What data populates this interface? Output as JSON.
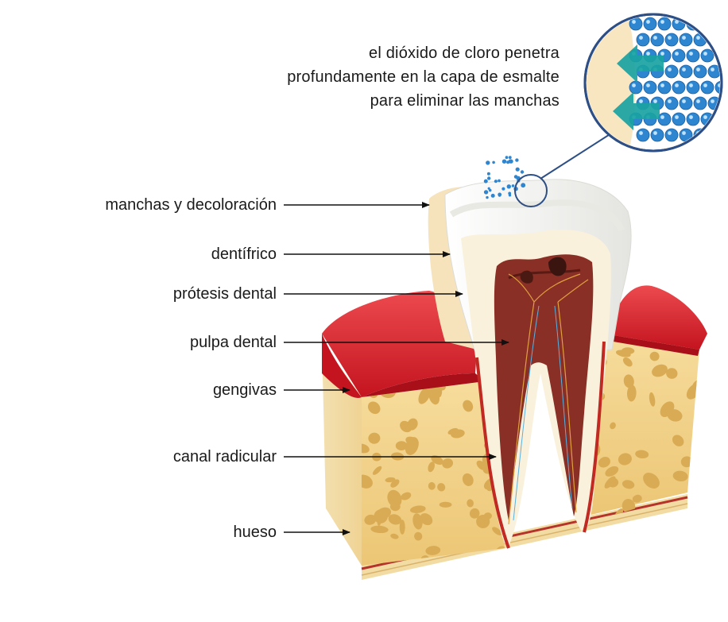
{
  "caption": {
    "lines": [
      "el dióxido de cloro penetra",
      "profundamente en la capa de esmalte",
      "para eliminar las manchas"
    ]
  },
  "labels": {
    "stains": "manchas y decoloración",
    "toothpaste": "dentífrico",
    "prosthesis": "prótesis dental",
    "pulp": "pulpa dental",
    "gums": "gengivas",
    "root_canal": "canal radicular",
    "bone": "hueso"
  },
  "colors": {
    "enamel": "#f7f7f4",
    "dentin": "#f6e6c6",
    "gum": "#d7202d",
    "bone": "#f1d08a",
    "bone_pore": "#d9ab55",
    "pulp": "#8a2f25",
    "particle": "#2f86d0",
    "arrow_teal": "#1aa3a2",
    "label_arrow": "#111111"
  }
}
